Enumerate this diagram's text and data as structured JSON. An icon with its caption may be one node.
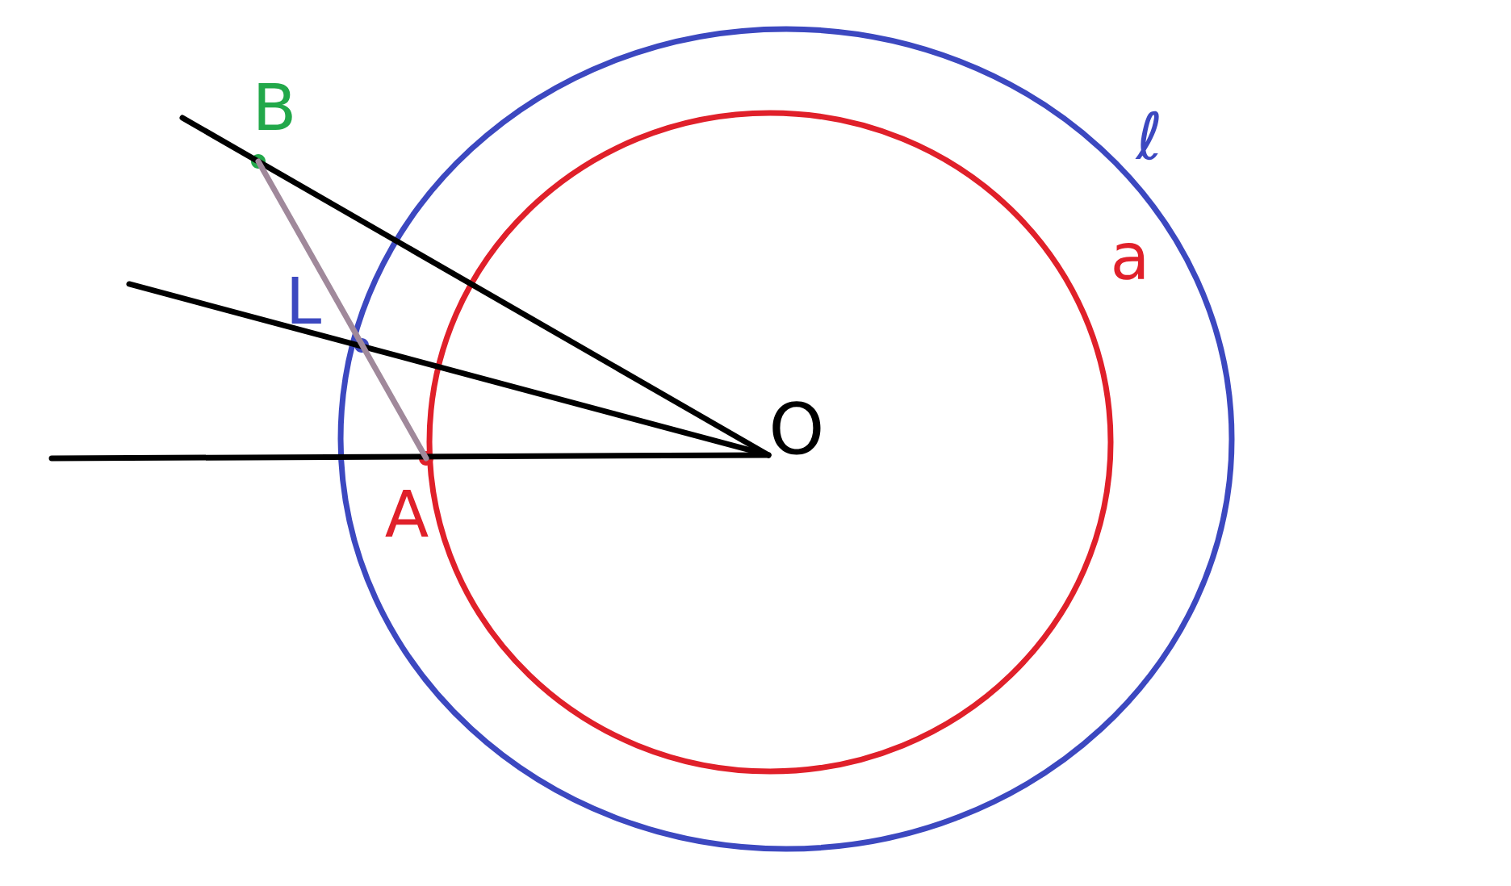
{
  "diagram": {
    "nodes": [
      {
        "text": [
          "O"
        ]
      },
      {
        "text": [],
        "shape": "circle",
        "beside": [
          "A"
        ]
      },
      {
        "text": [],
        "shape": "circle",
        "beside": [
          "B"
        ]
      },
      {
        "text": [],
        "shape": "circle",
        "beside": [
          "L"
        ]
      }
    ],
    "edges": [
      {
        "from": 0,
        "to": null,
        "arrow": "none"
      },
      {
        "from": 0,
        "to": null,
        "arrow": "none"
      },
      {
        "from": 0,
        "to": null,
        "arrow": "none"
      },
      {
        "from": 2,
        "to": 1,
        "arrow": "none",
        "color": "#808080"
      }
    ],
    "labels": [
      "ℓ",
      "a"
    ]
  }
}
